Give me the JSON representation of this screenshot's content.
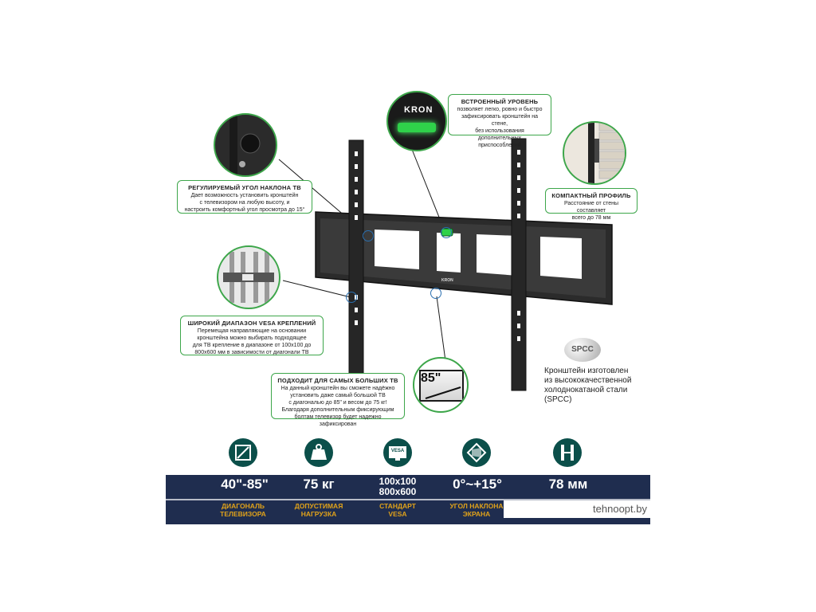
{
  "callouts": {
    "tilt": {
      "title": "РЕГУЛИРУЕМЫЙ УГОЛ НАКЛОНА ТВ",
      "line1": "Дает возможность установить кронштейн",
      "line2": "с телевизором на любую высоту, и",
      "line3": "настроить комфортный угол просмотра до 15°"
    },
    "level": {
      "title": "ВСТРОЕННЫЙ УРОВЕНЬ",
      "line1": "позволяет легко, ровно и быстро",
      "line2": "зафиксировать кронштейн на стене,",
      "line3": "без использования дополнительных",
      "line4": "приспособлений"
    },
    "profile": {
      "title": "КОМПАКТНЫЙ ПРОФИЛЬ",
      "line1": "Расстояние от стены составляет",
      "line2": "всего до 78 мм"
    },
    "vesa": {
      "title": "ШИРОКИЙ ДИАПАЗОН VESA КРЕПЛЕНИЙ",
      "line1": "Перемещая направляющие на основании",
      "line2": "кронштейна можно выбирать подходящее",
      "line3": "для ТВ крепление в диапазоне от 100х100 до",
      "line4": "800х600 мм в зависимости от диагонали ТВ"
    },
    "big": {
      "title": "ПОДХОДИТ ДЛЯ САМЫХ БОЛЬШИХ ТВ",
      "line1": "На данный кронштейн вы сможете надёжно",
      "line2": "установить даже самый большой ТВ",
      "line3": "с диагональю до 85\" и весом до 75 кг!",
      "line4": "Благодаря дополнительным фиксирующим",
      "line5": "болтам телевизор будет надежно зафиксирован"
    }
  },
  "brand": "KRON",
  "bracket_logo": "KRON",
  "diagonal_badge": "85\"",
  "spcc": {
    "badge": "SPCC",
    "line1": "Кронштейн изготовлен",
    "line2": "из высококачественной",
    "line3": "холоднокатаной  стали",
    "line4": "(SPCC)"
  },
  "specs": [
    {
      "value": "40\"-85\"",
      "label1": "ДИАГОНАЛЬ",
      "label2": "ТЕЛЕВИЗОРА",
      "icon": "diagonal-icon"
    },
    {
      "value": "75 кг",
      "label1": "ДОПУСТИМАЯ",
      "label2": "НАГРУЗКА",
      "icon": "weight-icon"
    },
    {
      "value1": "100х100",
      "value2": "800х600",
      "label1": "СТАНДАРТ",
      "label2": "VESA",
      "icon": "vesa-icon",
      "icon_text": "VESA"
    },
    {
      "value": "0°~+15°",
      "label1": "УГОЛ НАКЛОНА",
      "label2": "ЭКРАНА",
      "icon": "tilt-icon"
    },
    {
      "value": "78 мм",
      "label1": "",
      "label2": "",
      "icon": "wall-distance-icon"
    }
  ],
  "watermark": "tehnoopt.by",
  "colors": {
    "accent_green": "#3da64a",
    "strip_navy": "#1f2d4f",
    "label_gold": "#e0a21a",
    "icon_teal": "#0b4f4a",
    "marker_blue": "#2a6fb0"
  }
}
